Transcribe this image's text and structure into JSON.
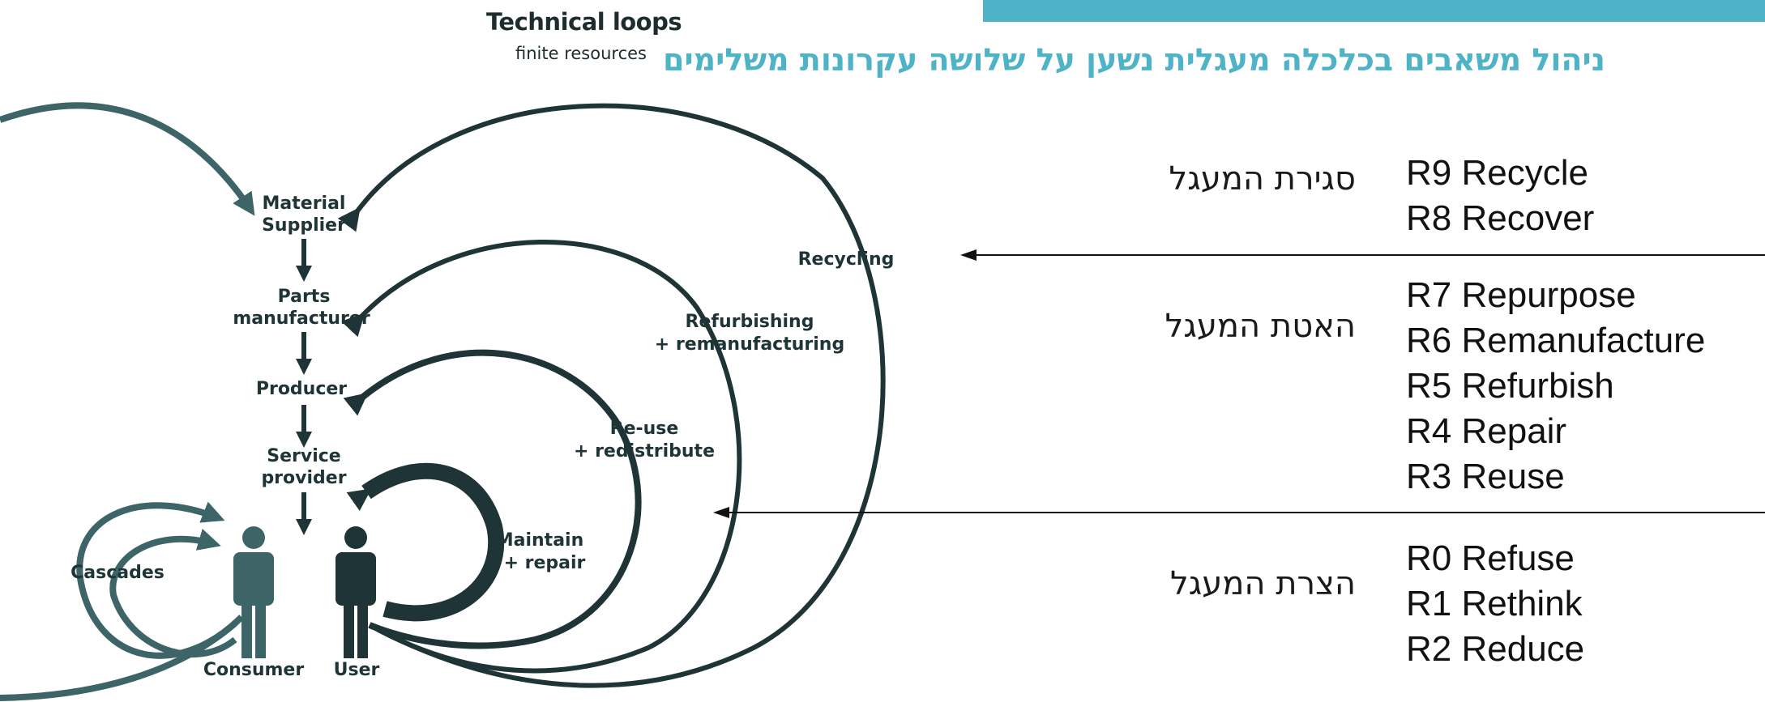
{
  "header": {
    "hebrew_title": "ניהול משאבים בכלכלה מעגלית נשען על שלושה עקרונות משלימים",
    "technical_loops_title": "Technical loops",
    "technical_loops_subtitle": "finite resources",
    "accent_color": "#4fb3c7"
  },
  "diagram": {
    "chain": [
      "Material",
      "Supplier",
      "Parts",
      "manufacturer",
      "Producer",
      "Service",
      "provider"
    ],
    "people": {
      "consumer": "Consumer",
      "user": "User"
    },
    "loops": {
      "cascades": "Cascades",
      "maintain_1": "Maintain",
      "maintain_2": "+ repair",
      "reuse_1": "Re-use",
      "reuse_2": "+ redistribute",
      "refurb_1": "Refurbishing",
      "refurb_2": "+ remanufacturing",
      "recycling": "Recycling"
    },
    "colors": {
      "dark": "#1f3436",
      "mid": "#3d6467"
    }
  },
  "strategies": {
    "groups": [
      {
        "label": "סגירת המעגל",
        "items": [
          "R9 Recycle",
          "R8 Recover"
        ]
      },
      {
        "label": "האטת המעגל",
        "items": [
          "R7 Repurpose",
          "R6 Remanufacture",
          "R5 Refurbish",
          "R4 Repair",
          "R3 Reuse"
        ]
      },
      {
        "label": "הצרת המעגל",
        "items": [
          "R0 Refuse",
          "R1 Rethink",
          "R2 Reduce"
        ]
      }
    ]
  }
}
